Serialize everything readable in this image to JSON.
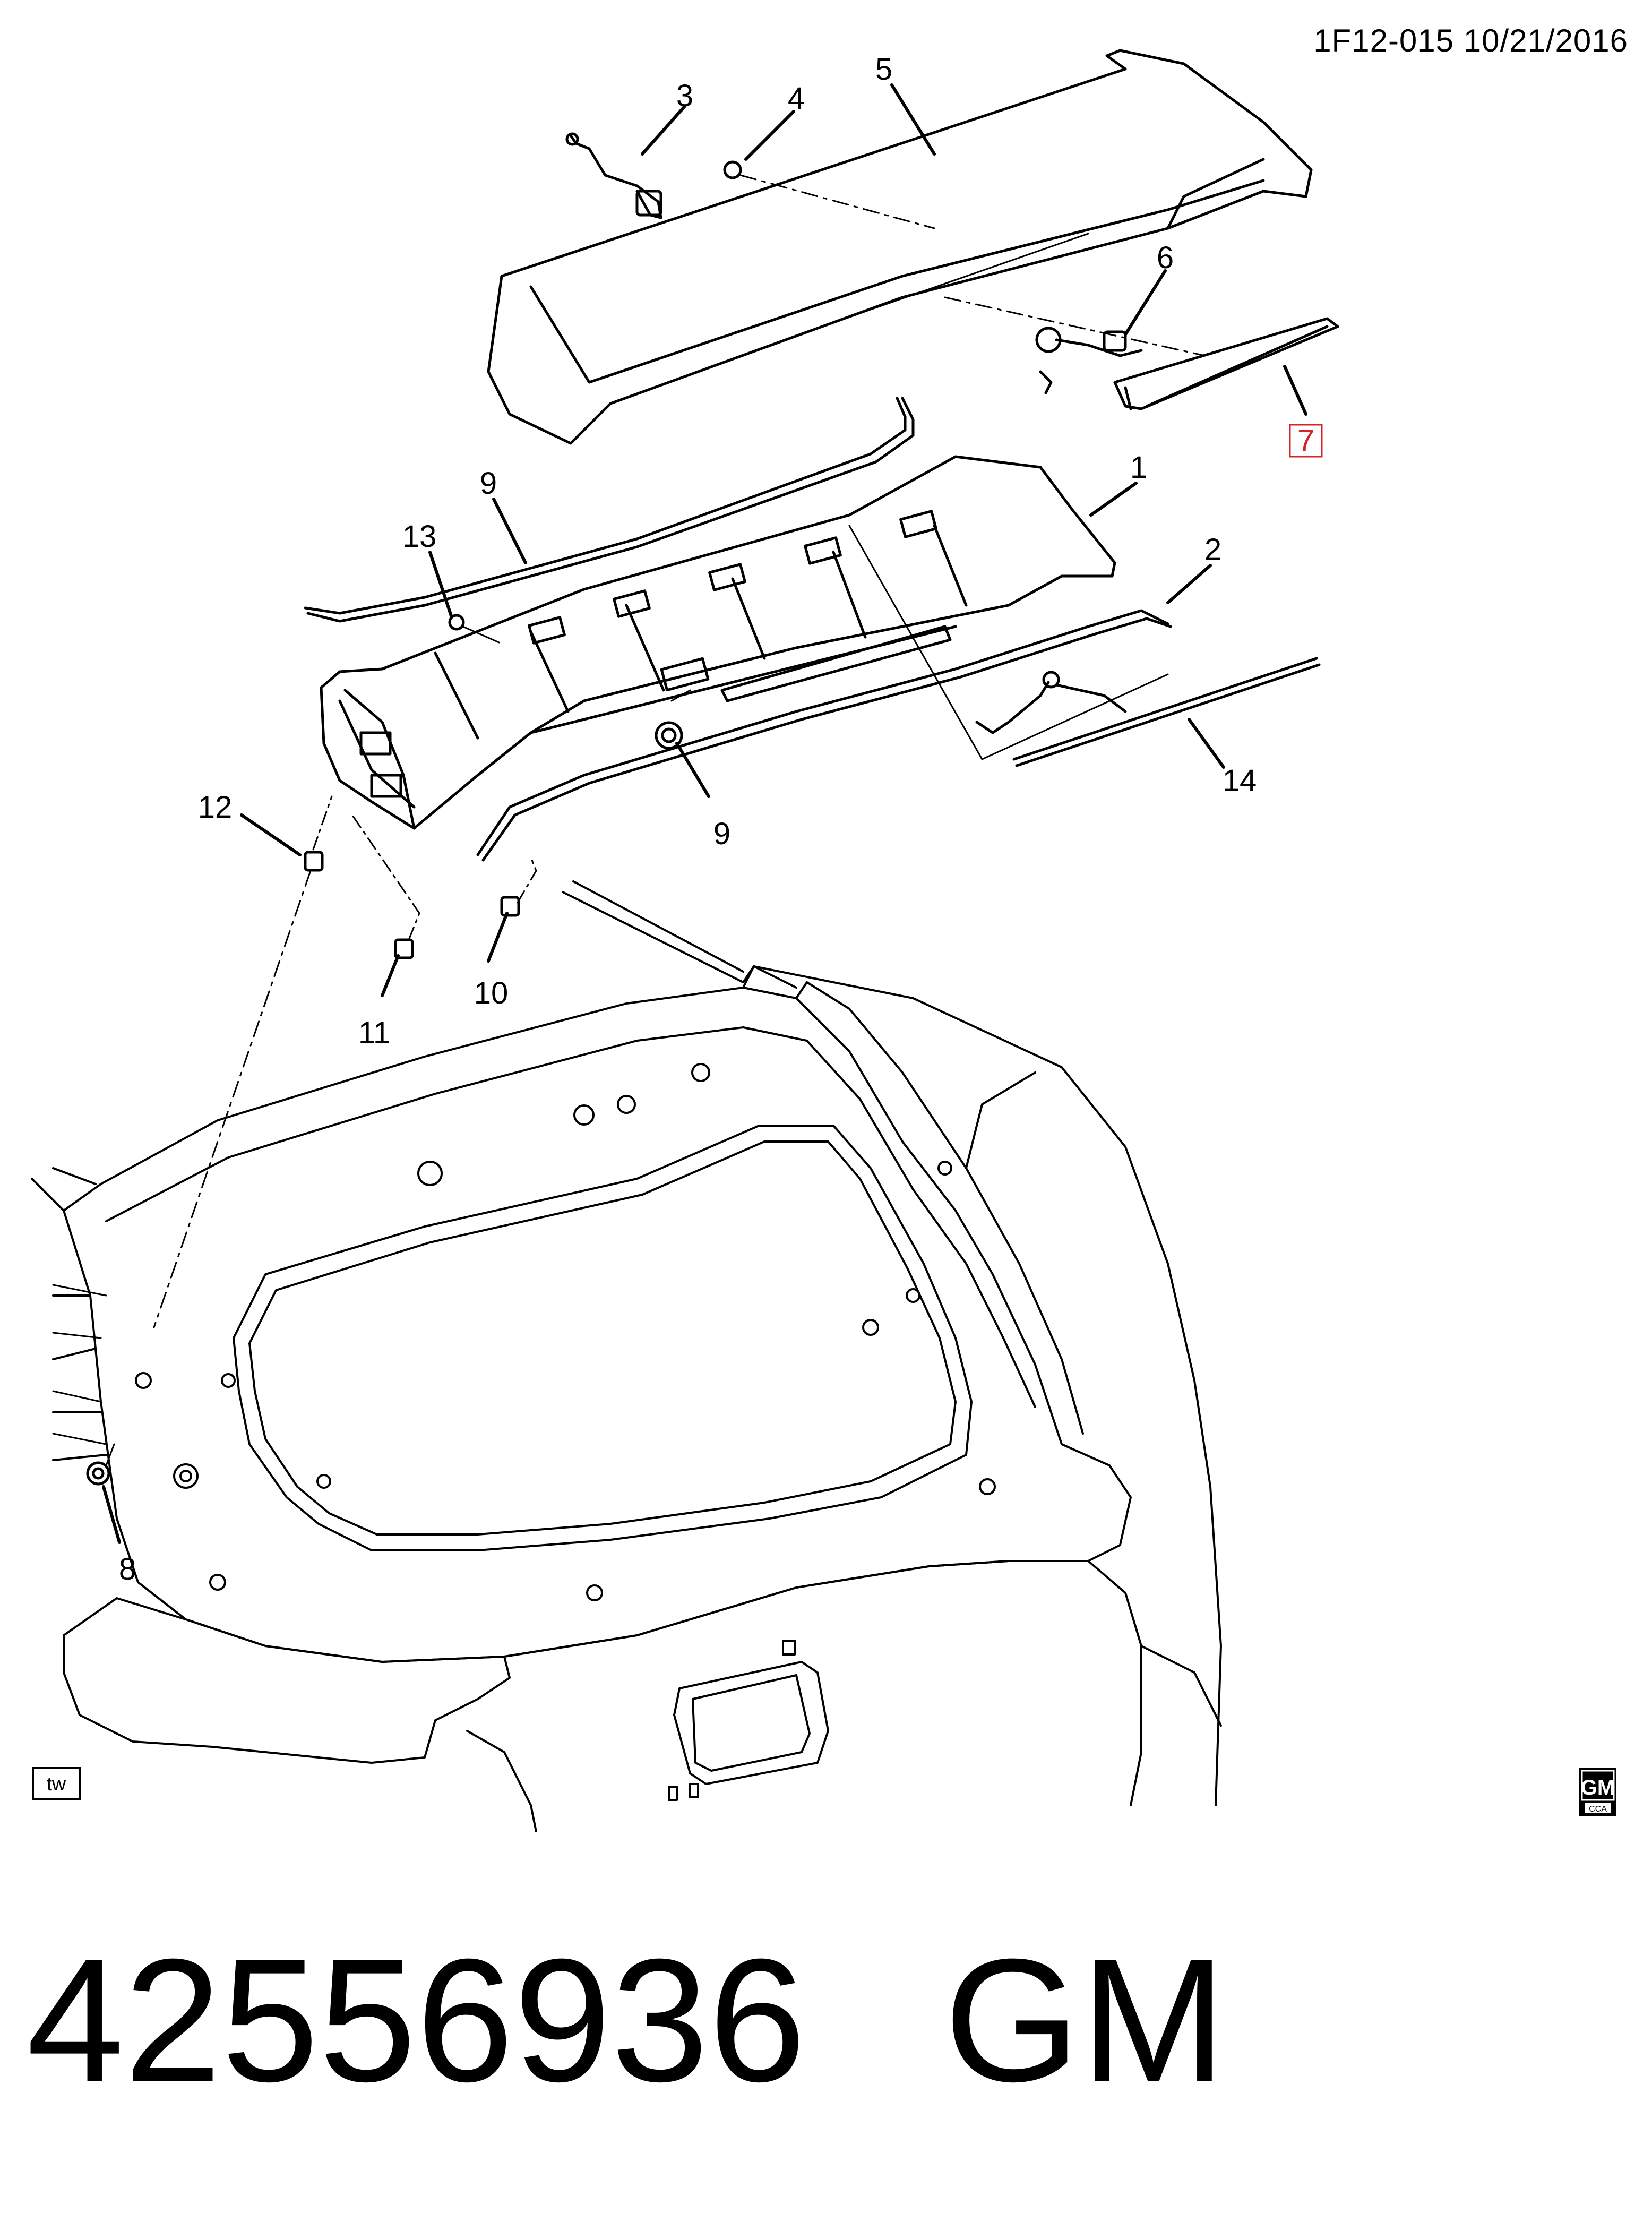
{
  "header": {
    "illustration_code": "1F12-015  10/21/2016"
  },
  "callouts": {
    "c1": "1",
    "c2": "2",
    "c3": "3",
    "c4": "4",
    "c5": "5",
    "c6": "6",
    "c7": "7",
    "c8": "8",
    "c9a": "9",
    "c9b": "9",
    "c10": "10",
    "c11": "11",
    "c12": "12",
    "c13": "13",
    "c14": "14"
  },
  "badges": {
    "view_badge": "tw",
    "gm_logo_top": "GM",
    "gm_logo_bottom": "CCA"
  },
  "colors": {
    "highlight_callout": "#d4242b",
    "line": "#000000"
  },
  "footer": {
    "part_number": "42556936",
    "brand": "GM"
  }
}
